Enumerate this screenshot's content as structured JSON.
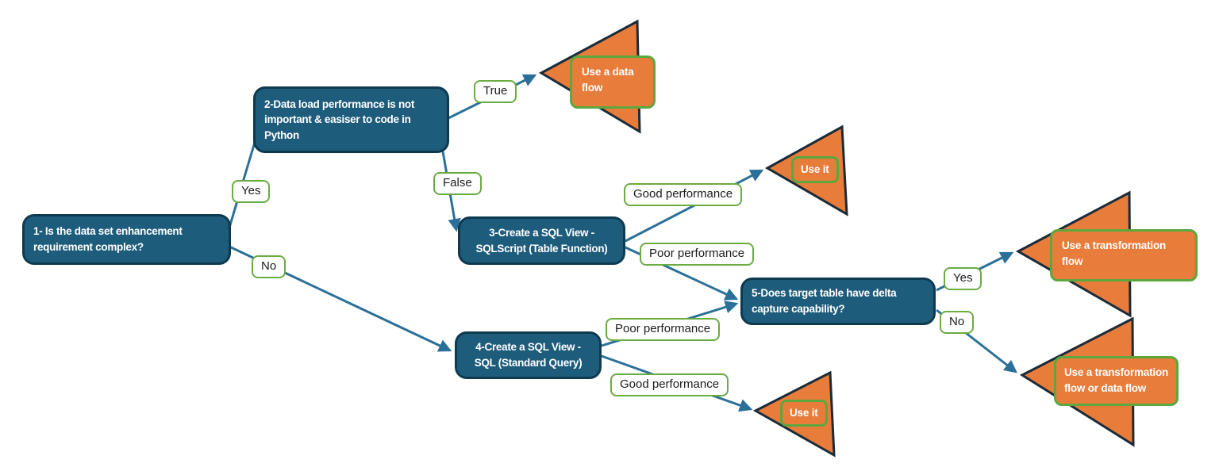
{
  "diagram": {
    "type": "decision-tree-flowchart",
    "topic": "Choosing between data flow, SQL views and transformation flows"
  },
  "palette": {
    "node_fill": "#1E5C7C",
    "node_border": "#0E3A50",
    "outcome_fill": "#E87C3B",
    "outcome_triangle_border": "#1C2B38",
    "green_border": "#6AAB42",
    "result_border": "#5CA73E",
    "connector": "#2B7098",
    "node_text": "#FFFFFF",
    "label_text": "#1C1C1C"
  },
  "nodes": {
    "q1": {
      "text": "1- Is the data set enhancement\nrequirement complex?"
    },
    "q2": {
      "text": "2-Data load performance is not\nimportant & easiser to code in\nPython"
    },
    "q3": {
      "text": "3-Create a SQL View -\nSQLScript (Table Function)"
    },
    "q4": {
      "text": "4-Create a SQL View -\nSQL (Standard Query)"
    },
    "q5": {
      "text": "5-Does target table have delta\ncapture capability?"
    }
  },
  "edges": [
    {
      "from": "q1",
      "label": "Yes",
      "to": "q2"
    },
    {
      "from": "q1",
      "label": "No",
      "to": "q4"
    },
    {
      "from": "q2",
      "label": "True",
      "to": "data_flow"
    },
    {
      "from": "q2",
      "label": "False",
      "to": "q3"
    },
    {
      "from": "q3",
      "label": "Good performance",
      "to": "use_it_sqlscript"
    },
    {
      "from": "q3",
      "label": "Poor performance",
      "to": "q5"
    },
    {
      "from": "q4",
      "label": "Poor performance",
      "to": "q5"
    },
    {
      "from": "q4",
      "label": "Good performance",
      "to": "use_it_sql"
    },
    {
      "from": "q5",
      "label": "Yes",
      "to": "transformation_flow"
    },
    {
      "from": "q5",
      "label": "No",
      "to": "transformation_or_data_flow"
    }
  ],
  "outcomes": {
    "data_flow": {
      "text": "Use a data\nflow"
    },
    "use_it_sqlscript": {
      "text": "Use it"
    },
    "transformation_flow": {
      "text": "Use a transformation\nflow"
    },
    "use_it_sql": {
      "text": "Use it"
    },
    "transformation_or_data_flow": {
      "text": "Use a transformation\nflow or data flow"
    }
  }
}
